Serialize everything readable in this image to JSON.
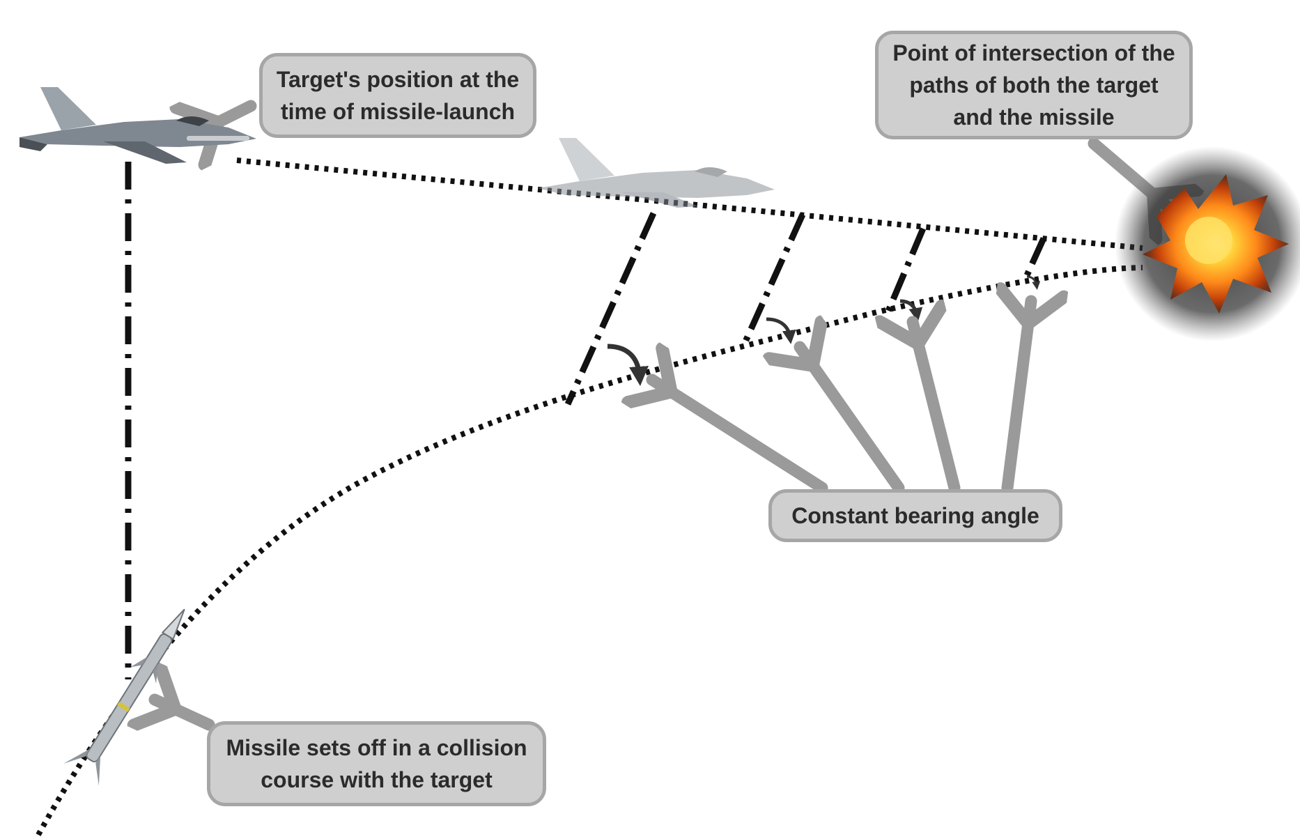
{
  "callouts": {
    "launch": [
      "Target's position at the",
      "time of missile-launch"
    ],
    "intersection": [
      "Point of intersection of the",
      "paths of both the target",
      "and the missile"
    ],
    "bearing": [
      "Constant bearing angle"
    ],
    "missile": [
      "Missile sets off in a collision",
      "course with the target"
    ]
  },
  "icons": {
    "target_aircraft": "fighter-jet-icon",
    "ghost_aircraft": "fighter-jet-icon",
    "missile": "missile-icon",
    "explosion": "explosion-icon"
  },
  "colors": {
    "background": "#ffffff",
    "callout_fill": "#cfcfcf",
    "callout_border": "#a6a6a6",
    "pointer_arrow": "#9a9a9a",
    "path_dots": "#111111",
    "angle_arrow": "#333333"
  }
}
